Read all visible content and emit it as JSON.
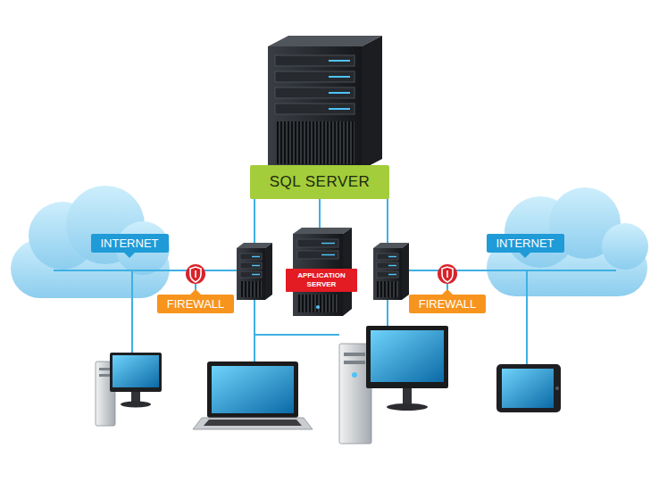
{
  "diagram": {
    "nodes": [
      {
        "text": [
          "SQL SERVER"
        ]
      },
      {
        "text": [
          "INTERNET"
        ]
      },
      {
        "text": [
          "INTERNET"
        ]
      },
      {
        "text": [
          "APPLICATION SERVER"
        ]
      },
      {
        "text": [
          "FIREWALL"
        ]
      },
      {
        "text": [
          "FIREWALL"
        ]
      }
    ],
    "edges": [
      {
        "from": 0,
        "to": 3,
        "arrow": "none"
      },
      {
        "from": 1,
        "to": 4,
        "arrow": "none"
      },
      {
        "from": 2,
        "to": 5,
        "arrow": "none"
      }
    ]
  }
}
